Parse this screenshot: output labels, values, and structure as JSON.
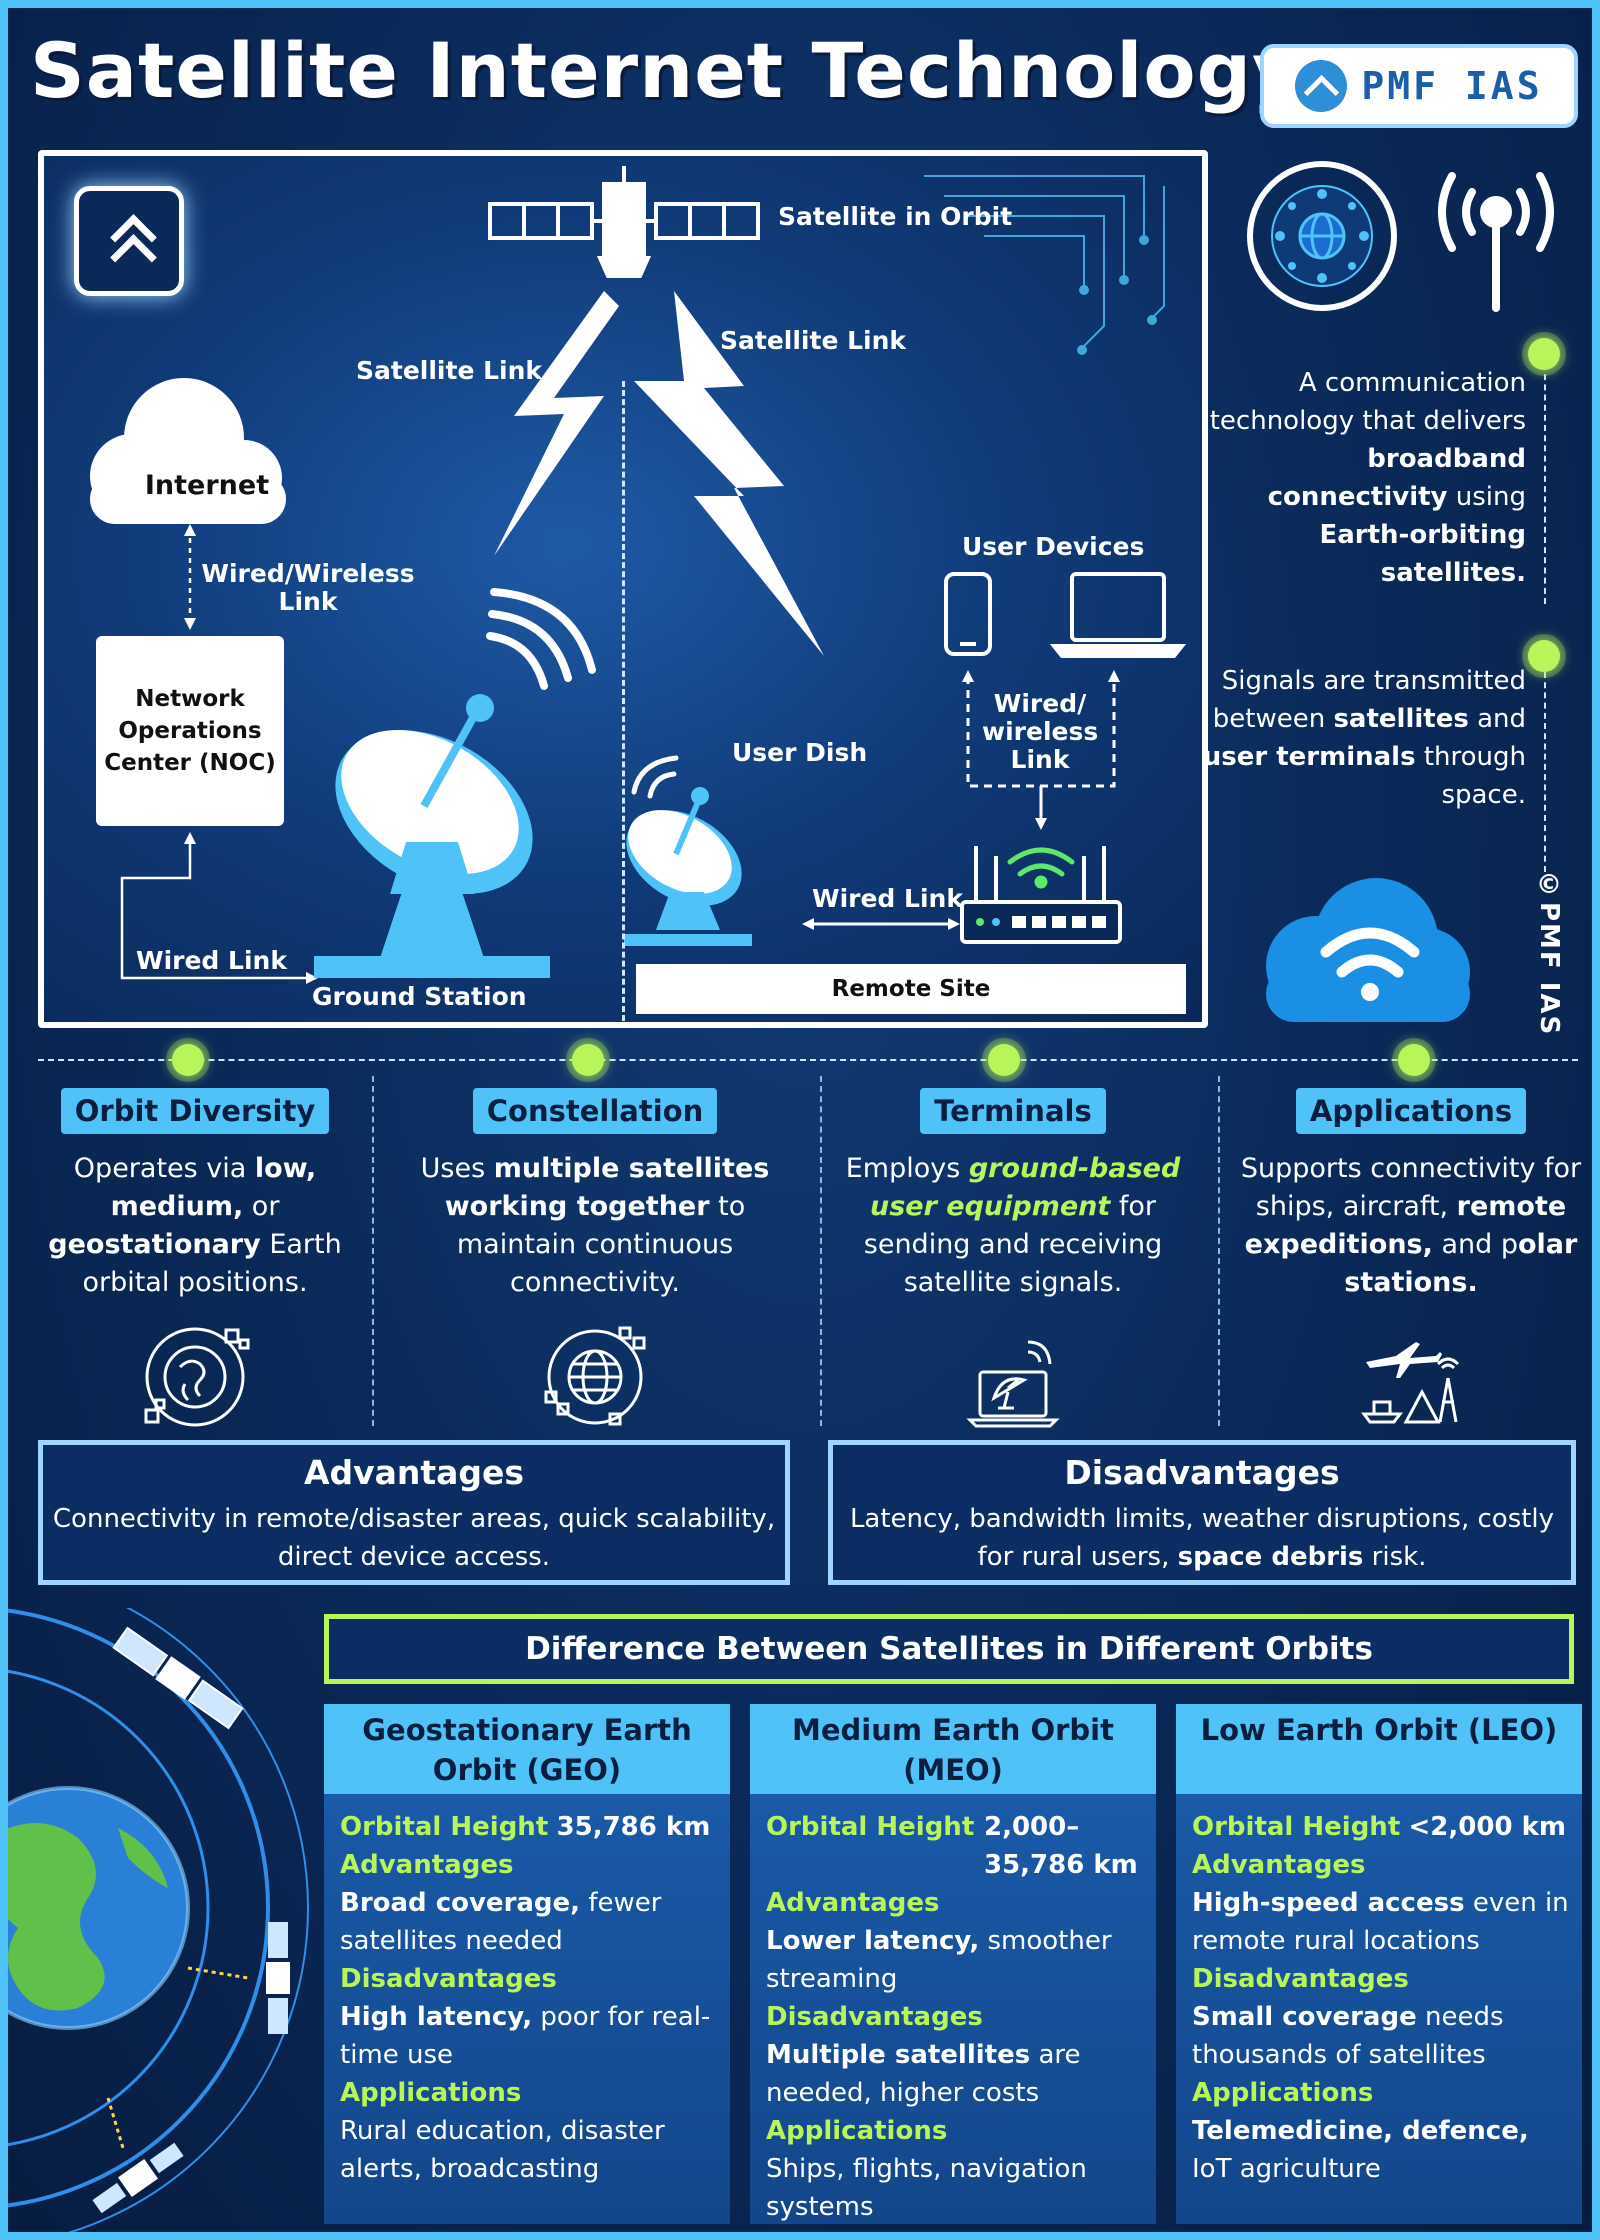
{
  "title": "Satellite Internet Technology",
  "logo": {
    "text": "PMF IAS"
  },
  "diagram": {
    "satellite_label": "Satellite in Orbit",
    "link_left": "Satellite Link",
    "link_right": "Satellite Link",
    "internet": "Internet",
    "wired_wireless": "Wired/Wireless Link",
    "noc": "Network Operations Center (NOC)",
    "wired_link_left": "Wired Link",
    "ground_station": "Ground Station",
    "user_devices": "User Devices",
    "user_wireless": "Wired/ wireless Link",
    "user_dish": "User Dish",
    "wired_link_right": "Wired Link",
    "remote_site": "Remote Site"
  },
  "descriptions": {
    "first": [
      "A communication technology that delivers ",
      "broadband connectivity",
      " using ",
      "Earth-orbiting satellites."
    ],
    "second": [
      "Signals are transmitted between ",
      "satellites",
      " and ",
      "user terminals",
      " through space."
    ]
  },
  "copyright": "©PMF IAS",
  "features": [
    {
      "tag": "Orbit Diversity",
      "parts": [
        "Operates via ",
        "low, medium,",
        " or ",
        "geostationary",
        " Earth orbital positions."
      ]
    },
    {
      "tag": "Constellation",
      "parts": [
        "Uses ",
        "multiple satellites working together",
        " to maintain continuous connectivity."
      ]
    },
    {
      "tag": "Terminals",
      "parts": [
        "Employs ",
        "ground-based user equipment",
        " for sending and receiving satellite signals."
      ]
    },
    {
      "tag": "Applications",
      "parts": [
        "Supports connectivity for ships, aircraft, ",
        "remote expeditions,",
        " and p",
        "olar stations."
      ]
    }
  ],
  "advantages": {
    "title": "Advantages",
    "text": "Connectivity in remote/disaster areas, quick scalability, direct device access."
  },
  "disadvantages": {
    "title": "Disadvantages",
    "text_plain": "Latency, bandwidth limits, weather disruptions, costly for rural users, ",
    "text_bold": "space debris",
    "text_end": " risk."
  },
  "diff_title": "Difference Between Satellites in Different Orbits",
  "orbits": [
    {
      "head": "Geostationary Earth Orbit (GEO)",
      "height_label": "Orbital Height",
      "height": "35,786 km",
      "adv_label": "Advantages",
      "adv_bold": "Broad coverage,",
      "adv_rest": " fewer satellites needed",
      "dis_label": "Disadvantages",
      "dis_bold": "High latency,",
      "dis_rest": " poor for real-time use",
      "app_label": "Applications",
      "app_bold": "",
      "app_rest": "Rural education, disaster alerts, broadcasting"
    },
    {
      "head": "Medium Earth Orbit (MEO)",
      "height_label": "Orbital Height",
      "height": "2,000– 35,786 km",
      "adv_label": "Advantages",
      "adv_bold": "Lower latency,",
      "adv_rest": " smoother streaming",
      "dis_label": "Disadvantages",
      "dis_bold": "Multiple satellites",
      "dis_rest": " are needed, higher costs",
      "app_label": "Applications",
      "app_bold": "",
      "app_rest": "Ships, flights, navigation systems"
    },
    {
      "head": "Low Earth Orbit (LEO)",
      "height_label": "Orbital Height",
      "height": "<2,000 km",
      "adv_label": "Advantages",
      "adv_bold": "High-speed access",
      "adv_rest": " even in remote rural locations",
      "dis_label": "Disadvantages",
      "dis_bold": "Small coverage",
      "dis_rest": " needs thousands of satellites",
      "app_label": "Applications",
      "app_bold": "Telemedicine, defence,",
      "app_rest": " IoT agriculture"
    }
  ]
}
